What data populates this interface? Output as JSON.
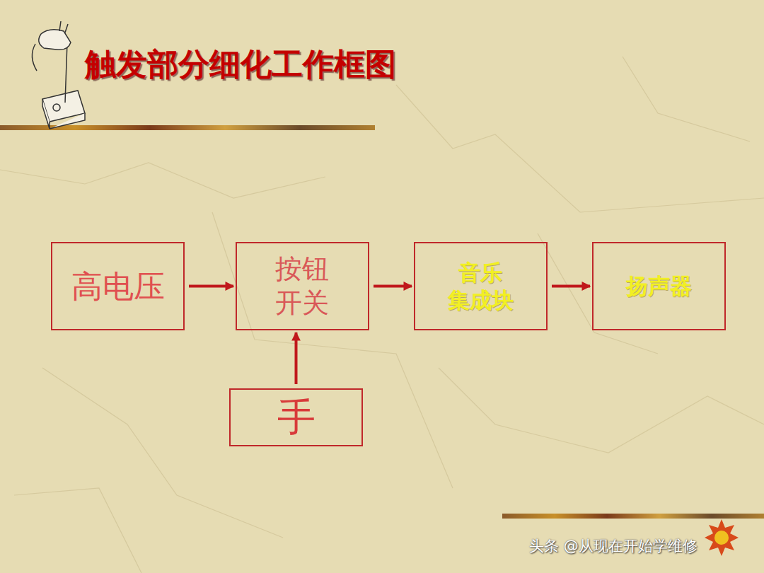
{
  "diagram": {
    "title": "触发部分细化工作框图",
    "nodes": [
      {
        "text": [
          "高电压"
        ]
      },
      {
        "text": [
          "按钮 开关"
        ]
      },
      {
        "text": [
          "音乐 集成块"
        ]
      },
      {
        "text": [
          "扬声器"
        ]
      },
      {
        "text": [
          "手"
        ]
      }
    ],
    "edges": [
      {
        "from": 0,
        "to": 1,
        "arrow": "to"
      },
      {
        "from": 1,
        "to": 2,
        "arrow": "to"
      },
      {
        "from": 2,
        "to": 3,
        "arrow": "to"
      },
      {
        "from": 4,
        "to": 1,
        "arrow": "to"
      }
    ],
    "labels": [
      "头条 @从现在开始学维修"
    ]
  }
}
